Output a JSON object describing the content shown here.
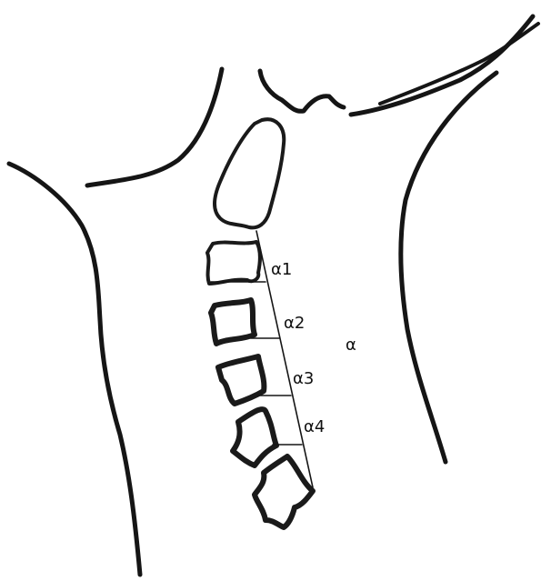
{
  "figure": {
    "labels": {
      "alpha1": "α1",
      "alpha2": "α2",
      "alpha3": "α3",
      "alpha4": "α4",
      "alpha": "α"
    },
    "colors": {
      "ink": "#151515",
      "background": "#ffffff"
    }
  }
}
